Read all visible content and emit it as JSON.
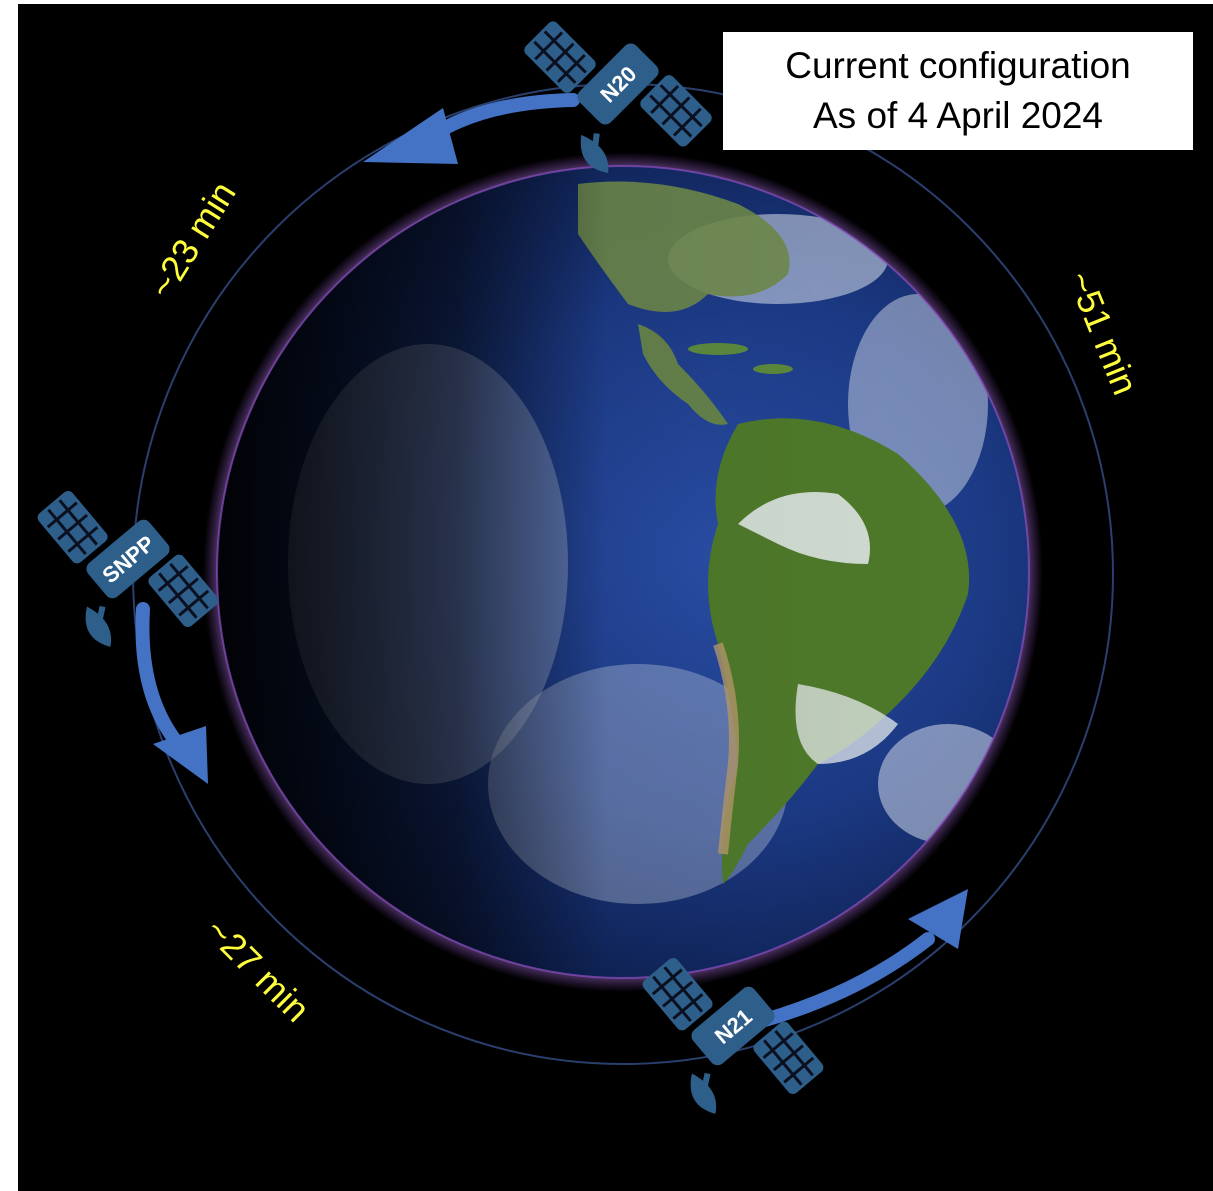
{
  "config_box": {
    "line1": "Current configuration",
    "line2": "As of 4 April 2024"
  },
  "satellites": [
    {
      "id": "N20",
      "label": "N20"
    },
    {
      "id": "SNPP",
      "label": "SNPP"
    },
    {
      "id": "N21",
      "label": "N21"
    }
  ],
  "intervals": {
    "n20_to_snpp": "~23 min",
    "snpp_to_n21": "~27 min",
    "n21_to_n20": "~51 min"
  },
  "colors": {
    "orbit": "#2b3f6e",
    "arrow": "#4472c4",
    "satellite": "#2e5f8a",
    "interval_text": "#ffff3c",
    "earth_glow": "#8a4fc0"
  }
}
